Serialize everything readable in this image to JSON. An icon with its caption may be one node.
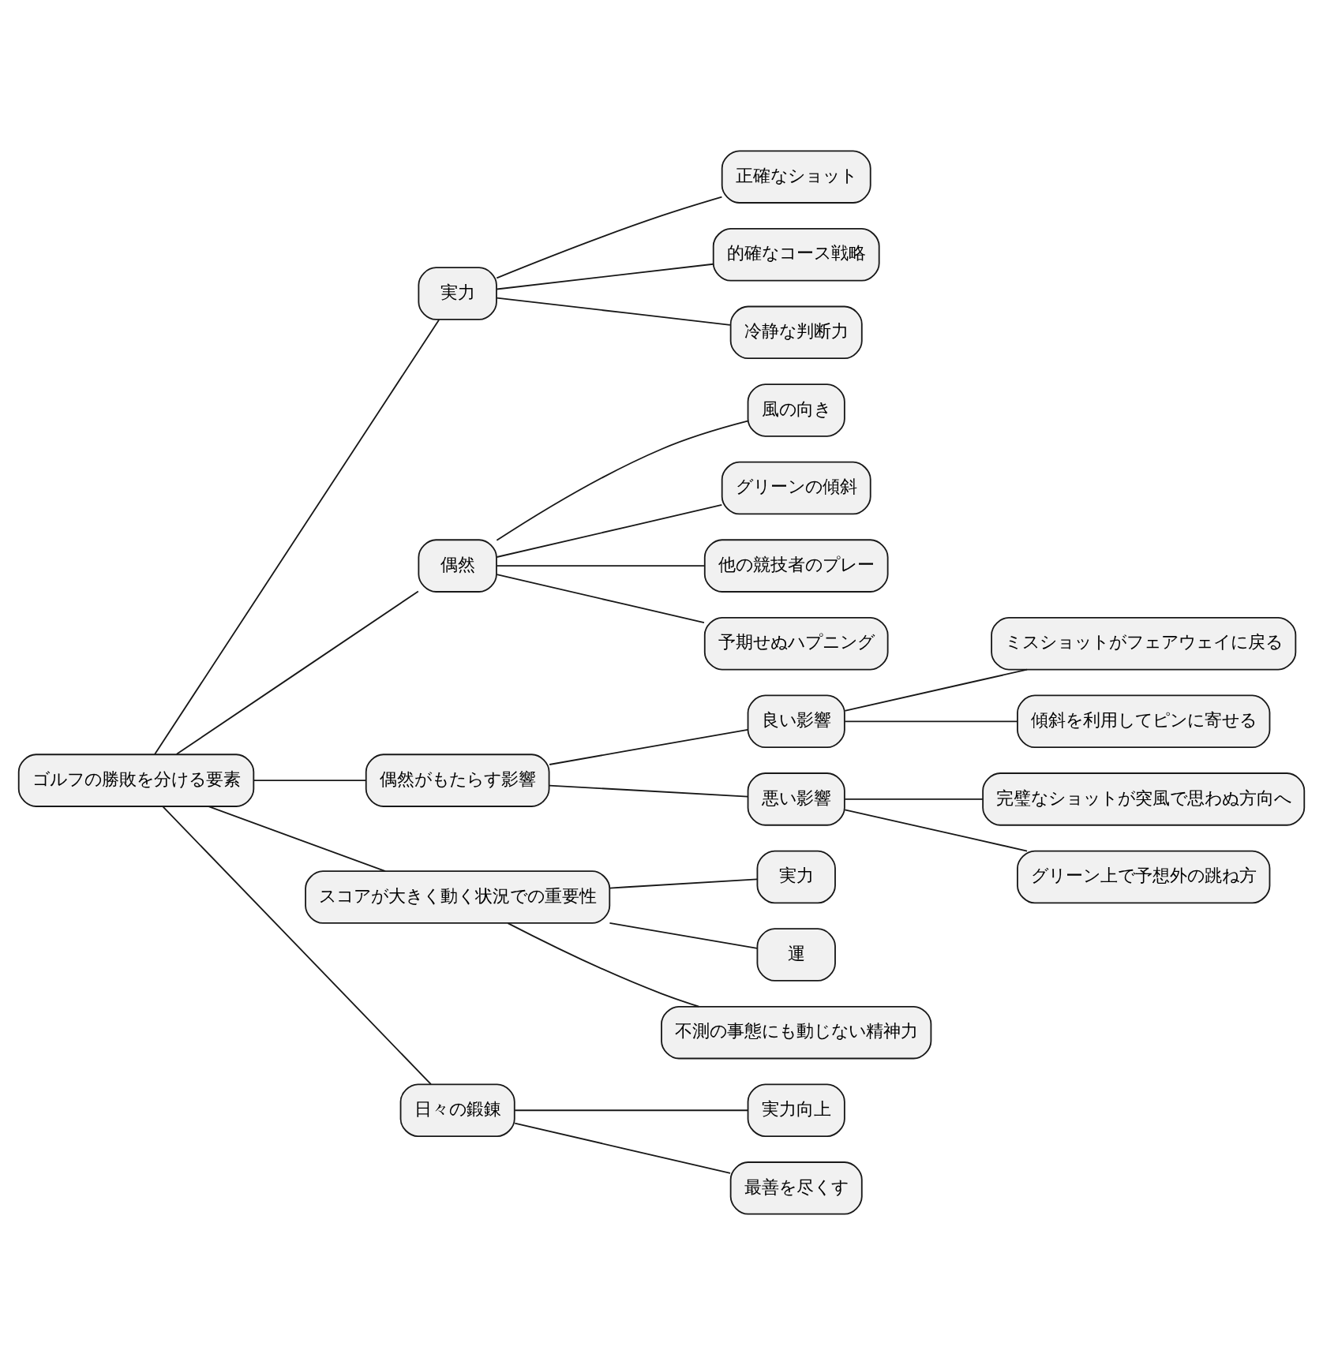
{
  "diagram": {
    "nodes": [
      {
        "text": [
          "ゴルフの勝敗を分ける要素"
        ]
      },
      {
        "text": [
          "実力"
        ]
      },
      {
        "text": [
          "正確なショット"
        ]
      },
      {
        "text": [
          "的確なコース戦略"
        ]
      },
      {
        "text": [
          "冷静な判断力"
        ]
      },
      {
        "text": [
          "偶然"
        ]
      },
      {
        "text": [
          "風の向き"
        ]
      },
      {
        "text": [
          "グリーンの傾斜"
        ]
      },
      {
        "text": [
          "他の競技者のプレー"
        ]
      },
      {
        "text": [
          "予期せぬハプニング"
        ]
      },
      {
        "text": [
          "偶然がもたらす影響"
        ]
      },
      {
        "text": [
          "良い影響"
        ]
      },
      {
        "text": [
          "ミスショットがフェアウェイに戻る"
        ]
      },
      {
        "text": [
          "傾斜を利用してピンに寄せる"
        ]
      },
      {
        "text": [
          "悪い影響"
        ]
      },
      {
        "text": [
          "完璧なショットが突風で思わぬ方向へ"
        ]
      },
      {
        "text": [
          "グリーン上で予想外の跳ね方"
        ]
      },
      {
        "text": [
          "スコアが大きく動く状況での重要性"
        ]
      },
      {
        "text": [
          "実力"
        ]
      },
      {
        "text": [
          "運"
        ]
      },
      {
        "text": [
          "不測の事態にも動じない精神力"
        ]
      },
      {
        "text": [
          "日々の鍛錬"
        ]
      },
      {
        "text": [
          "実力向上"
        ]
      },
      {
        "text": [
          "最善を尽くす"
        ]
      }
    ],
    "edges": [
      {
        "from": 0,
        "to": 1,
        "arrow": "none"
      },
      {
        "from": 1,
        "to": 2,
        "arrow": "none"
      },
      {
        "from": 1,
        "to": 3,
        "arrow": "none"
      },
      {
        "from": 1,
        "to": 4,
        "arrow": "none"
      },
      {
        "from": 0,
        "to": 5,
        "arrow": "none"
      },
      {
        "from": 5,
        "to": 6,
        "arrow": "none"
      },
      {
        "from": 5,
        "to": 7,
        "arrow": "none"
      },
      {
        "from": 5,
        "to": 8,
        "arrow": "none"
      },
      {
        "from": 5,
        "to": 9,
        "arrow": "none"
      },
      {
        "from": 0,
        "to": 10,
        "arrow": "none"
      },
      {
        "from": 10,
        "to": 11,
        "arrow": "none"
      },
      {
        "from": 11,
        "to": 12,
        "arrow": "none"
      },
      {
        "from": 11,
        "to": 13,
        "arrow": "none"
      },
      {
        "from": 10,
        "to": 14,
        "arrow": "none"
      },
      {
        "from": 14,
        "to": 15,
        "arrow": "none"
      },
      {
        "from": 14,
        "to": 16,
        "arrow": "none"
      },
      {
        "from": 0,
        "to": 17,
        "arrow": "none"
      },
      {
        "from": 17,
        "to": 18,
        "arrow": "none"
      },
      {
        "from": 17,
        "to": 19,
        "arrow": "none"
      },
      {
        "from": 17,
        "to": 20,
        "arrow": "none"
      },
      {
        "from": 0,
        "to": 21,
        "arrow": "none"
      },
      {
        "from": 21,
        "to": 22,
        "arrow": "none"
      },
      {
        "from": 21,
        "to": 23,
        "arrow": "none"
      }
    ]
  }
}
